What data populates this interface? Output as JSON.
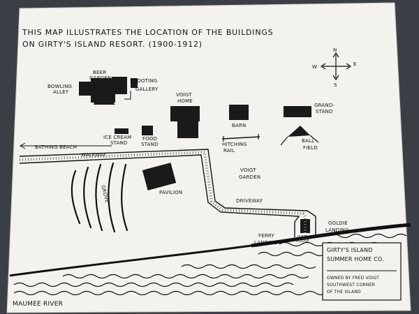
{
  "title": {
    "line1": "THIS MAP ILLUSTRATES THE LOCATION OF THE BUILDINGS",
    "line2": "ON GIRTY'S ISLAND RESORT. (1900-1912)"
  },
  "compass": {
    "n": "N",
    "s": "S",
    "e": "E",
    "w": "W"
  },
  "labels": {
    "beer_garden_1": "BEER",
    "beer_garden_2": "GARDEN",
    "bowling_1": "BOWLING",
    "bowling_2": "ALLEY",
    "shooting_1": "SHOOTING",
    "shooting_2": "GALLERY",
    "voigt_home_1": "VOIGT",
    "voigt_home_2": "HOME",
    "barn": "BARN",
    "grandstand_1": "GRAND-",
    "grandstand_2": "STAND",
    "ice_cream_1": "ICE CREAM",
    "ice_cream_2": "STAND",
    "food_1": "FOOD",
    "food_2": "STAND",
    "hitching_1": "HITCHING",
    "hitching_2": "RAIL",
    "ball_field_1": "BALL",
    "ball_field_2": "FIELD",
    "bathing_beach": "BATHING BEACH",
    "walkway": "WALKWAY",
    "voigt_garden_1": "VOIGT",
    "voigt_garden_2": "GARDEN",
    "grove": "GROVE",
    "pavilion": "PAVILION",
    "driveway": "DRIVEWAY",
    "ferry_1": "FERRY",
    "ferry_2": "LANDING",
    "ice_house_1": "ICE",
    "ice_house_2": "HOUSE",
    "goldie_1": "GOLDIE",
    "goldie_2": "LANDING",
    "river": "MAUMEE RIVER"
  },
  "legend": {
    "line1": "GIRTY'S ISLAND",
    "line2": "SUMMER HOME CO.",
    "line3": "OWNED BY FRED VOIGT",
    "line4": "SOUTHWEST CORNER",
    "line5": "OF THE ISLAND"
  },
  "colors": {
    "paper": "#f3f2ee",
    "ink": "#1a1a1a",
    "background": "#3b3f45"
  }
}
